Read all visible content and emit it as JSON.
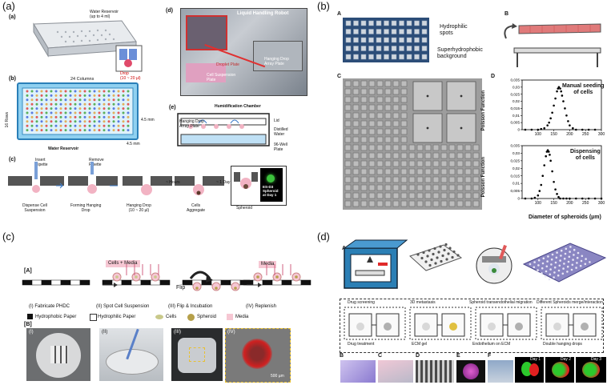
{
  "panels": {
    "a": {
      "label": "(a)",
      "sub_a": "(a)",
      "sub_b": "(b)",
      "sub_c": "(c)",
      "sub_d": "(d)",
      "sub_e": "(e)",
      "water_reservoir_top": "Water Reservoir\n(up to 4 ml)",
      "drop_label": "Drop\n(10 ~ 20 µl)",
      "columns_24": "24 Columns",
      "rows_16": "16 Rows",
      "dim_4_5_a": "4.5 mm",
      "dim_4_5_b": "4.5 mm",
      "water_reservoir_bottom": "Water Reservoir",
      "insert_pipette": "Insert\nPipette",
      "remove_pipette": "Remove\nPipette",
      "step1": "Dispense Cell\nSuspension",
      "step2": "Forming Hanging\nDrop",
      "step3": "Hanging Drop\n(10 ~ 20 µl)",
      "step4": "Cells\nAggregate",
      "step5": "Spheroid",
      "hours": "~ Hours",
      "day1": "~ 1 Day",
      "es_d3": "ES-D3\nSpheroid\nat Day 1",
      "liquid_robot": "Liquid Handling Robot",
      "hanging_drop_plate": "Hanging Drop\nArray Plate",
      "droplet_plate": "Droplet Plate",
      "cell_suspension": "Cell Suspension\nPlate",
      "humid_chamber": "Humidification Chamber",
      "lid": "Lid",
      "distilled_water": "Distilled\nWater",
      "hd_array_plate": "Hanging Drop\nArray Plate",
      "well96": "96-Well\nPlate"
    },
    "b": {
      "label": "(b)",
      "A": "A",
      "B": "B",
      "C": "C",
      "D": "D",
      "hydrophilic_spots": "Hydrophilic\nspots",
      "superhydrophobic": "Superhydrophobic\nbackground",
      "manual_seeding": "Manual seeding\nof cells",
      "dispensing": "Dispensing\nof cells",
      "ylabel": "Poisson Function",
      "xlabel": "Diameter of spheroids (µm)"
    },
    "c": {
      "label": "(c)",
      "A": "[A]",
      "B": "[B]",
      "cells_media": "Cells + Media",
      "media": "Media",
      "flip": "Flip",
      "step1": "(I) Fabricate PHDC",
      "step2": "(II) Spot Cell Suspension",
      "step3": "(III) Flip & Incubation",
      "step4": "(IV) Replenish",
      "legend_hydrophobic": "Hydrophobic Paper",
      "legend_hydrophilic": "Hydrophilic Paper",
      "legend_cells": "Cells",
      "legend_spheroid": "Spheroid",
      "legend_media": "Media",
      "img_i": "(I)",
      "img_ii": "(II)",
      "img_iii": "(III)",
      "img_iv": "(IV)",
      "scale": "500 µm"
    },
    "d": {
      "label": "(d)",
      "A": "A",
      "B": "B",
      "C": "C",
      "D": "D",
      "E": "E",
      "F": "F",
      "drug_screening": "Drug screening",
      "metastasis": "3D metastasis",
      "spheroid_migration": "Spheroid transendothelial migration",
      "spheroids_merge": "Different Spheroids merge/interaction",
      "drug_treatment": "Drug treatment",
      "ecm_gel": "ECM gel",
      "endothelium": "Endothelium on ECM",
      "double_drop": "Double hanging drops",
      "day1": "Day 1",
      "day2": "Day 2",
      "day3": "Day 3"
    }
  },
  "chart_data": [
    {
      "type": "scatter",
      "title": "",
      "annotation": "Manual seeding of cells",
      "xlabel": "",
      "ylabel": "Poisson Function",
      "xlim": [
        50,
        300
      ],
      "ylim": [
        0,
        0.035
      ],
      "x_ticks": [
        "100",
        "150",
        "200",
        "250",
        "300"
      ],
      "y_ticks": [
        "0",
        "0,005",
        "0,01",
        "0,015",
        "0,02",
        "0,025",
        "0,03",
        "0,035"
      ],
      "x": [
        60,
        80,
        100,
        110,
        120,
        130,
        135,
        140,
        145,
        150,
        155,
        160,
        163,
        166,
        170,
        173,
        176,
        180,
        185,
        190,
        195,
        200,
        210,
        220,
        240,
        260,
        280
      ],
      "y": [
        0,
        0,
        0,
        0.0005,
        0.001,
        0.003,
        0.005,
        0.008,
        0.012,
        0.017,
        0.022,
        0.027,
        0.029,
        0.03,
        0.029,
        0.027,
        0.024,
        0.02,
        0.015,
        0.01,
        0.006,
        0.003,
        0.001,
        0,
        0,
        0,
        0
      ]
    },
    {
      "type": "scatter",
      "title": "",
      "annotation": "Dispensing of cells",
      "xlabel": "Diameter of spheroids (µm)",
      "ylabel": "Poisson Function",
      "xlim": [
        50,
        300
      ],
      "ylim": [
        0,
        0.035
      ],
      "x_ticks": [
        "100",
        "150",
        "200",
        "250",
        "300"
      ],
      "y_ticks": [
        "0",
        "0,005",
        "0,01",
        "0,015",
        "0,02",
        "0,025",
        "0,03",
        "0,035"
      ],
      "x": [
        60,
        80,
        90,
        100,
        105,
        110,
        115,
        120,
        125,
        128,
        131,
        134,
        137,
        140,
        145,
        150,
        155,
        160,
        165,
        170,
        180,
        190,
        200,
        220,
        240,
        260,
        280,
        300
      ],
      "y": [
        0,
        0,
        0.0005,
        0.002,
        0.005,
        0.009,
        0.015,
        0.022,
        0.028,
        0.031,
        0.032,
        0.031,
        0.029,
        0.025,
        0.018,
        0.011,
        0.006,
        0.003,
        0.001,
        0,
        0,
        0,
        0,
        0,
        0,
        0,
        0,
        0
      ]
    }
  ]
}
